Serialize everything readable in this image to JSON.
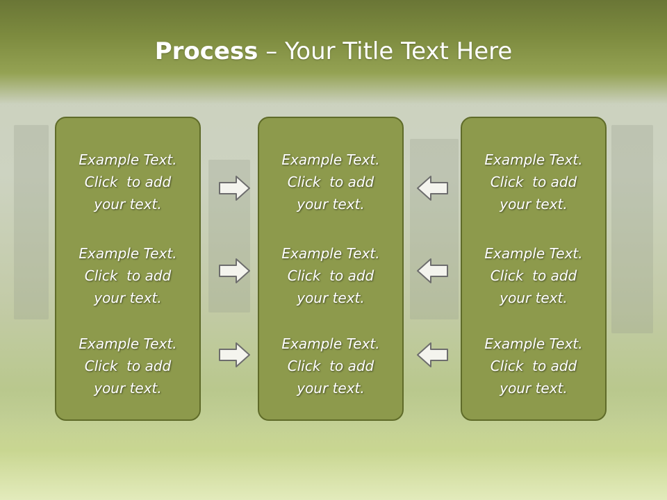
{
  "slide": {
    "title_bold": "Process",
    "title_rest": " – Your Title Text Here",
    "columns": [
      {
        "items": [
          {
            "line1": "Example Text.",
            "line2": "Click  to add",
            "line3": "your text."
          },
          {
            "line1": "Example Text.",
            "line2": "Click  to add",
            "line3": "your text."
          },
          {
            "line1": "Example Text.",
            "line2": "Click  to add",
            "line3": "your text."
          }
        ]
      },
      {
        "items": [
          {
            "line1": "Example Text.",
            "line2": "Click  to add",
            "line3": "your text."
          },
          {
            "line1": "Example Text.",
            "line2": "Click  to add",
            "line3": "your text."
          },
          {
            "line1": "Example Text.",
            "line2": "Click  to add",
            "line3": "your text."
          }
        ]
      },
      {
        "items": [
          {
            "line1": "Example Text.",
            "line2": "Click  to add",
            "line3": "your text."
          },
          {
            "line1": "Example Text.",
            "line2": "Click  to add",
            "line3": "your text."
          },
          {
            "line1": "Example Text.",
            "line2": "Click  to add",
            "line3": "your text."
          }
        ]
      }
    ],
    "arrows": {
      "left_group": "arrow-right-icon",
      "right_group": "arrow-left-icon"
    }
  },
  "colors": {
    "title_bar": "#7d8b3f",
    "panel_fill": "#8d9a4c",
    "panel_border": "#5f6b29",
    "text": "#ffffff"
  }
}
